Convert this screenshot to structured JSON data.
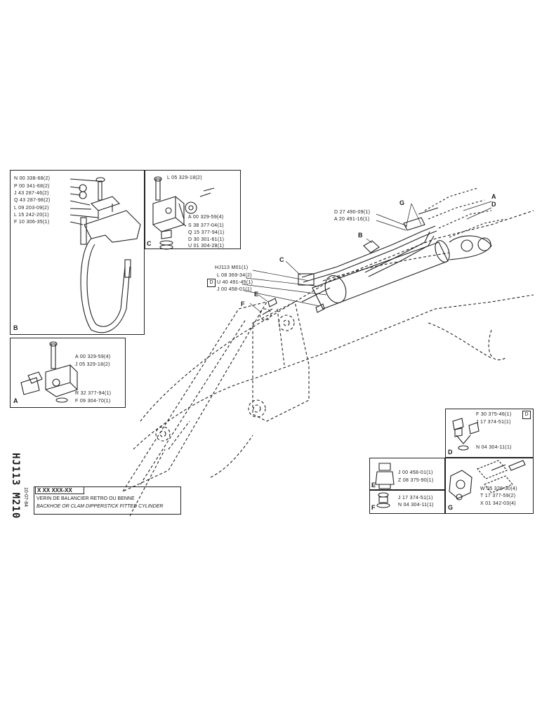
{
  "sheet": {
    "side_code": "HJ113 M210",
    "date": "10-07-84",
    "code_box": "X XX XXX-XX",
    "title_fr": "VERIN DE BALANCIER RETRO OU BENNE",
    "title_en": "BACKHOE OR CLAM  DIPPERSTICK  FITTED  CYLINDER"
  },
  "panel_B": {
    "letter": "B",
    "parts": [
      "N 00 338-68(2)",
      "P 00 341-68(2)",
      "J 43 287-46(2)",
      "Q 43 287-98(2)",
      "L 09 203-09(2)",
      "L 15 242-20(1)",
      "F 10 306-35(1)"
    ]
  },
  "panel_C": {
    "letter": "C",
    "top_part": "L 05 329-18(2)",
    "parts": [
      "A 00 329-59(4)",
      "S 38 377-04(1)",
      "Q 15 377-94(1)",
      "D 30 301-61(1)",
      "U 01 304-28(1)"
    ]
  },
  "panel_A": {
    "letter": "A",
    "parts": [
      "A 00 329-59(4)",
      "J 05 329-18(2)",
      "R 32 377-94(1)",
      "F 09 304-70(1)"
    ]
  },
  "main": {
    "letters": {
      "A": "A",
      "D": "D",
      "G": "G",
      "B": "B",
      "C": "C",
      "E": "E",
      "F": "F"
    },
    "pipes": [
      "D 27 490-09(1)",
      "A 20 491-16(1)"
    ],
    "cyl": [
      "HJ113 M01(1)",
      "L 08 369-34(2)",
      "U 40 491-45(1)",
      "J 00 458-01(1)"
    ],
    "d_ref": "D"
  },
  "panel_D": {
    "letter": "D",
    "parts": [
      "F 30 375-46(1)",
      "J 17 374-51(1)",
      "N 04 304-11(1)"
    ],
    "ref": "D"
  },
  "panel_E": {
    "letter": "E",
    "parts": [
      "J 00 458-01(1)",
      "Z 08 375-90(1)"
    ]
  },
  "panel_F": {
    "letter": "F",
    "parts": [
      "J 17 374-51(1)",
      "N 04 304-11(1)"
    ]
  },
  "panel_G": {
    "letter": "G",
    "parts": [
      "W 05 329-30(4)",
      "T 17 377-59(2)",
      "X 01 342-03(4)"
    ]
  }
}
